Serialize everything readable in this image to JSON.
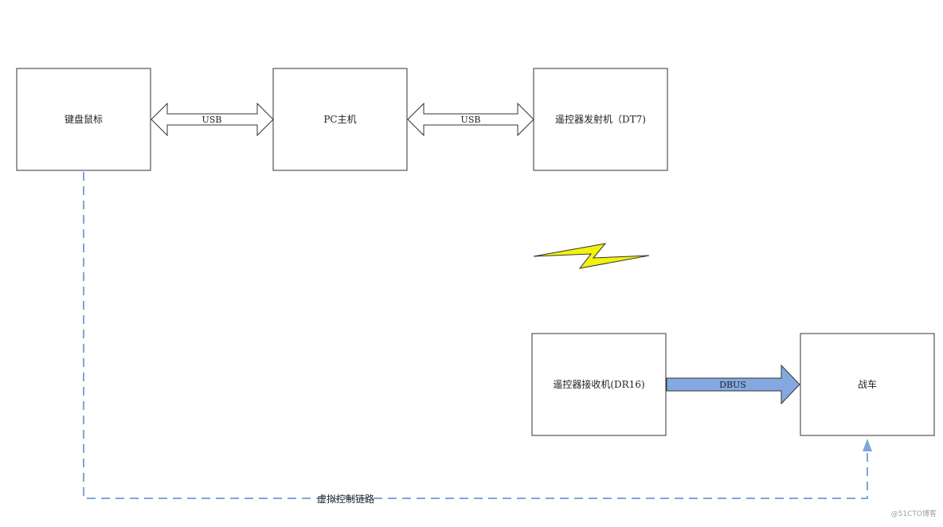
{
  "nodes": {
    "keyboard_mouse": "键盘鼠标",
    "pc_host": "PC主机",
    "transmitter": "遥控器发射机（DT7)",
    "receiver": "遥控器接收机(DR16)",
    "chariot": "战车"
  },
  "connectors": {
    "usb_left": "USB",
    "usb_right": "USB",
    "dbus": "DBUS"
  },
  "virtual_link": {
    "label": "虚拟控制链路",
    "color": "#7ea6dc"
  },
  "colors": {
    "dbus_arrow": "#84a9e0",
    "lightning": "#f2f20a"
  },
  "icons": {
    "wireless": "lightning-bolt-icon"
  },
  "watermark": "@51CTO博客"
}
